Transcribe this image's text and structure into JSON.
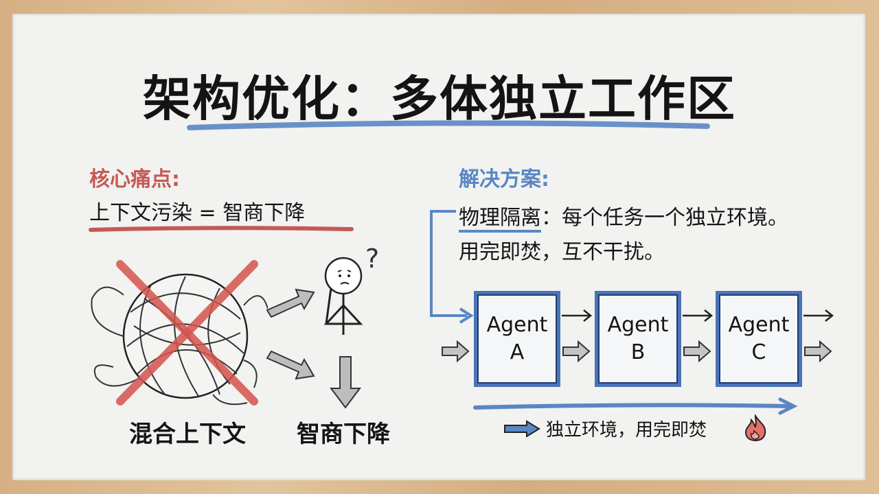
{
  "title": "架构优化：多体独立工作区",
  "colors": {
    "accent_blue": "#5a86c4",
    "accent_red": "#c45a55",
    "frame_wood": "#d9b58a",
    "board": "#f2f2f0"
  },
  "pain_point": {
    "heading": "核心痛点:",
    "statement": "上下文污染 = 智商下降",
    "illustration": {
      "left_icon": "tangled-yarn-crossed-out",
      "left_label": "混合上下文",
      "right_icon": "confused-stick-figure",
      "right_label": "智商下降"
    }
  },
  "solution": {
    "heading": "解决方案:",
    "line1_emphasis": "物理隔离",
    "line1_rest": "：每个任务一个独立环境。",
    "line2": "用完即焚，互不干扰。",
    "agents": [
      {
        "line1": "Agent",
        "line2": "A"
      },
      {
        "line1": "Agent",
        "line2": "B"
      },
      {
        "line1": "Agent",
        "line2": "C"
      }
    ],
    "legend": "独立环境，用完即焚",
    "legend_icon": "fire-icon"
  }
}
